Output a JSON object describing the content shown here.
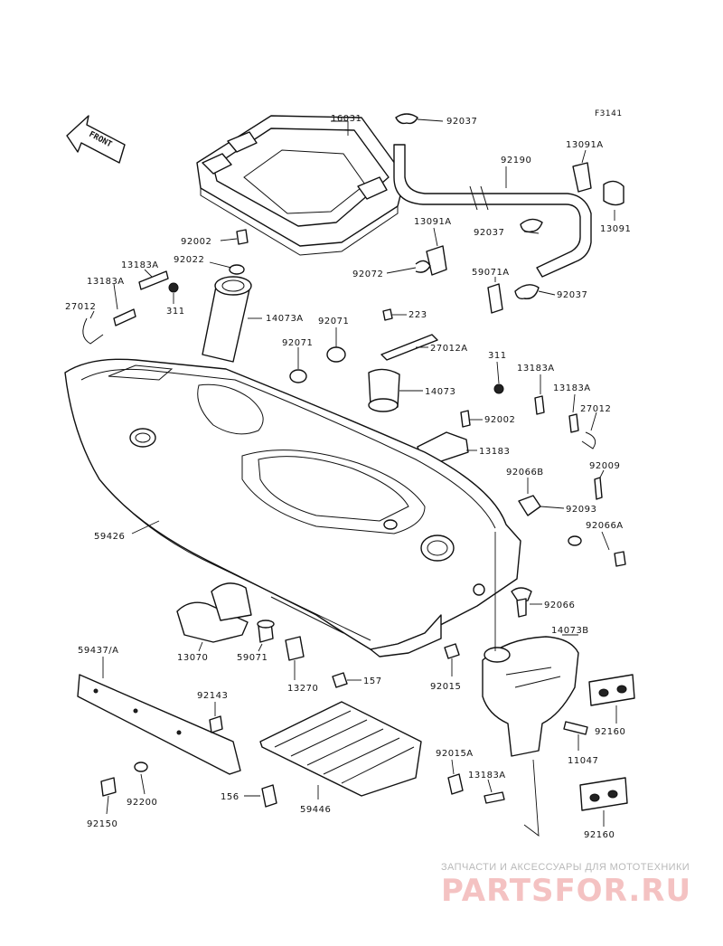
{
  "diagram": {
    "figure_code": "F3141",
    "front_label": "FRONT",
    "callouts": {
      "c16031": "16031",
      "c92037a": "92037",
      "c13091a_1": "13091A",
      "c92190": "92190",
      "c13091a_2": "13091A",
      "c92037b": "92037",
      "c13091": "13091",
      "c92002a": "92002",
      "c13183a_1": "13183A",
      "c92022": "92022",
      "c13183a_2": "13183A",
      "c311a": "311",
      "c27012a": "27012",
      "c14073a": "14073A",
      "c92071a": "92071",
      "c92072": "92072",
      "c59071a": "59071A",
      "c92037c": "92037",
      "c223": "223",
      "c92071b": "92071",
      "c27012a_b": "27012A",
      "c311b": "311",
      "c13183a_3": "13183A",
      "c14073": "14073",
      "c13183a_4": "13183A",
      "c27012b": "27012",
      "c92002b": "92002",
      "c13183": "13183",
      "c92066b": "92066B",
      "c92009": "92009",
      "c92093": "92093",
      "c59426": "59426",
      "c92066a": "92066A",
      "c92066": "92066",
      "c14073b": "14073B",
      "c13070": "13070",
      "c59071": "59071",
      "c59437": "59437/A",
      "c13270": "13270",
      "c157": "157",
      "c92015": "92015",
      "c92143": "92143",
      "c92160a": "92160",
      "c11047": "11047",
      "c92015a": "92015A",
      "c13183a_5": "13183A",
      "c156": "156",
      "c59446": "59446",
      "c92200": "92200",
      "c92150": "92150",
      "c92160b": "92160"
    }
  },
  "watermark": {
    "tagline": "ЗАПЧАСТИ И АКСЕССУАРЫ ДЛЯ МОТОТЕХНИКИ",
    "logo": "PARTSFOR.RU"
  }
}
